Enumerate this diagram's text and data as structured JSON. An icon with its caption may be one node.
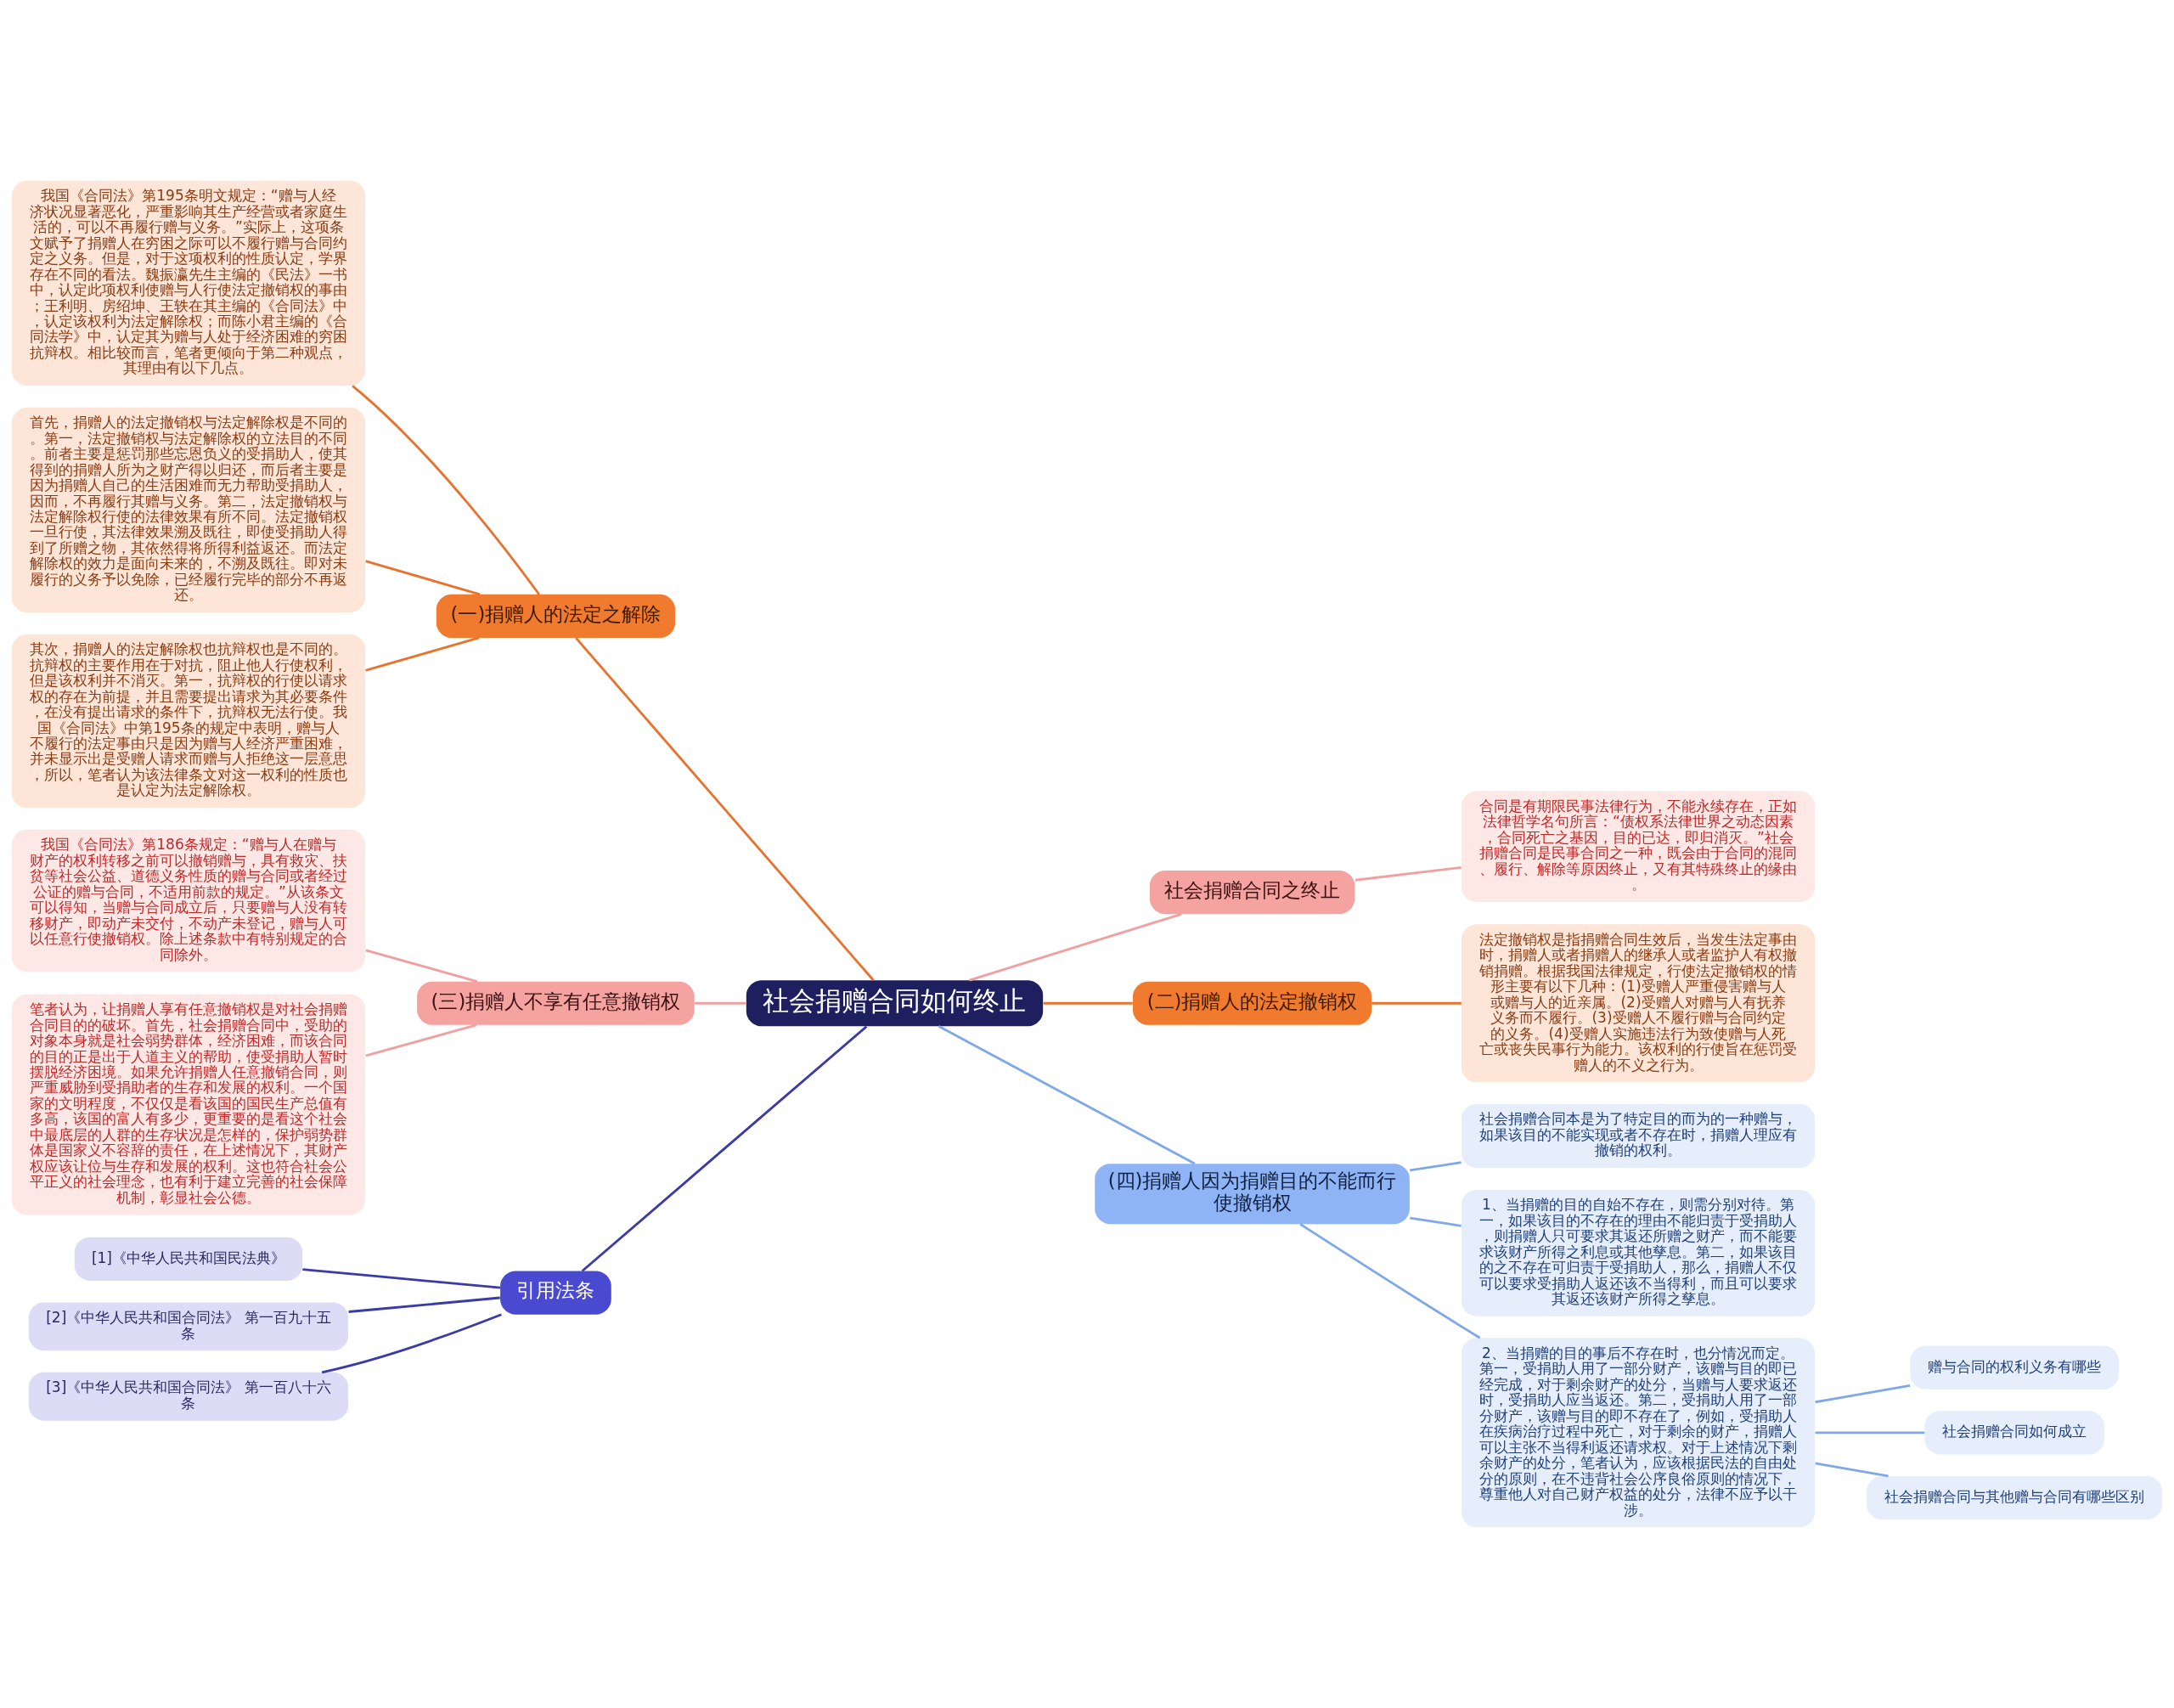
{
  "diagram": {
    "nodes": [
      {
        "text": [
          "社会捐赠合同如何终止"
        ]
      },
      {
        "text": [
          "(一)捐赠人的法定之解除"
        ]
      },
      {
        "text": [
          "我国《合同法》第195条明文规定：“赠与人经济状况显著恶化，严重影响其生产经营或者家庭生活的，可以不再履行赠与义务。”实际上，这项条文赋予了捐赠人在穷困之际可以不履行赠与合同约定之义务。但是，对于这项权利的性质认定，学界存在不同的看法。魏振瀛先生主编的《民法》一书中，认定此项权利使赠与人行使法定撤销权的事由；王利明、房绍坤、王轶在其主编的《合同法》中，认定该权利为法定解除权；而陈小君主编的《合同法学》中，认定其为赠与人处于经济困难的穷困抗辩权。相比较而言，笔者更倾向于第二种观点，其理由有以下几点。"
        ]
      },
      {
        "text": [
          "首先，捐赠人的法定撤销权与法定解除权是不同的。第一，法定撤销权与法定解除权的立法目的不同。前者主要是惩罚那些忘恩负义的受捐助人，使其得到的捐赠人所为之财产得以归还，而后者主要是因为捐赠人自己的生活困难而无力帮助受捐助人，因而，不再履行其赠与义务。第二，法定撤销权与法定解除权行使的法律效果有所不同。法定撤销权一旦行使，其法律效果溯及既往，即使受捐助人得到了所赠之物，其依然得将所得利益返还。而法定解除权的效力是面向未来的，不溯及既往。即对未履行的义务予以免除，已经履行完毕的部分不再返还。"
        ]
      },
      {
        "text": [
          "其次，捐赠人的法定解除权也抗辩权也是不同的。抗辩权的主要作用在于对抗，阻止他人行使权利，但是该权利并不消灭。第一，抗辩权的行使以请求权的存在为前提，并且需要提出请求为其必要条件，在没有提出请求的条件下，抗辩权无法行使。我国《合同法》中第195条的规定中表明，赠与人不履行的法定事由只是因为赠与人经济严重困难，并未显示出是受赠人请求而赠与人拒绝这一层意思，所以，笔者认为该法律条文对这一权利的性质也是认定为法定解除权。"
        ]
      },
      {
        "text": [
          "(三)捐赠人不享有任意撤销权"
        ]
      },
      {
        "text": [
          "我国《合同法》第186条规定：“赠与人在赠与财产的权利转移之前可以撤销赠与，具有救灾、扶贫等社会公益、道德义务性质的赠与合同或者经过公证的赠与合同，不适用前款的规定。”从该条文可以得知，当赠与合同成立后，只要赠与人没有转移财产，即动产未交付，不动产未登记，赠与人可以任意行使撤销权。除上述条款中有特别规定的合同除外。"
        ]
      },
      {
        "text": [
          "笔者认为，让捐赠人享有任意撤销权是对社会捐赠合同目的的破坏。首先，社会捐赠合同中，受助的对象本身就是社会弱势群体，经济困难，而该合同的目的正是出于人道主义的帮助，使受捐助人暂时摆脱经济困境。如果允许捐赠人任意撤销合同，则严重威胁到受捐助者的生存和发展的权利。一个国家的文明程度，不仅仅是看该国的国民生产总值有多高，该国的富人有多少，更重要的是看这个社会中最底层的人群的生存状况是怎样的，保护弱势群体是国家义不容辞的责任，在上述情况下，其财产权应该让位与生存和发展的权利。这也符合社会公平正义的社会理念，也有利于建立完善的社会保障机制，彰显社会公德。"
        ]
      },
      {
        "text": [
          "引用法条"
        ]
      },
      {
        "text": [
          "[1]《中华人民共和国民法典》"
        ]
      },
      {
        "text": [
          "[2]《中华人民共和国合同法》 第一百九十五条"
        ]
      },
      {
        "text": [
          "[3]《中华人民共和国合同法》 第一百八十六条"
        ]
      },
      {
        "text": [
          "社会捐赠合同之终止"
        ]
      },
      {
        "text": [
          "合同是有期限民事法律行为，不能永续存在，正如法律哲学名句所言：“债权系法律世界之动态因素，合同死亡之基因，目的已达，即归消灭。”社会捐赠合同是民事合同之一种，既会由于合同的混同、履行、解除等原因终止，又有其特殊终止的缘由。"
        ]
      },
      {
        "text": [
          "(二)捐赠人的法定撤销权"
        ]
      },
      {
        "text": [
          "法定撤销权是指捐赠合同生效后，当发生法定事由时，捐赠人或者捐赠人的继承人或者监护人有权撤销捐赠。根据我国法律规定，行使法定撤销权的情形主要有以下几种：(1)受赠人严重侵害赠与人或赠与人的近亲属。(2)受赠人对赠与人有抚养义务而不履行。(3)受赠人不履行赠与合同约定的义务。(4)受赠人实施违法行为致使赠与人死亡或丧失民事行为能力。该权利的行使旨在惩罚受赠人的不义之行为。"
        ]
      },
      {
        "text": [
          "(四)捐赠人因为捐赠目的不能而行使撤销权"
        ]
      },
      {
        "text": [
          "社会捐赠合同本是为了特定目的而为的一种赠与，如果该目的不能实现或者不存在时，捐赠人理应有撤销的权利。"
        ]
      },
      {
        "text": [
          "1、当捐赠的目的自始不存在，则需分别对待。第一，如果该目的不存在的理由不能归责于受捐助人，则捐赠人只可要求其返还所赠之财产，而不能要求该财产所得之利息或其他孳息。第二，如果该目的之不存在可归责于受捐助人，那么，捐赠人不仅可以要求受捐助人返还该不当得利，而且可以要求其返还该财产所得之孳息。"
        ]
      },
      {
        "text": [
          "2、当捐赠的目的事后不存在时，也分情况而定。第一，受捐助人用了一部分财产，该赠与目的即已经完成，对于剩余财产的处分，当赠与人要求返还时，受捐助人应当返还。第二，受捐助人用了一部分财产，该赠与目的即不存在了，例如，受捐助人在疾病治疗过程中死亡，对于剩余的财产，捐赠人可以主张不当得利返还请求权。对于上述情况下剩余财产的处分，笔者认为，应该根据民法的自由处分的原则，在不违背社会公序良俗原则的情况下，尊重他人对自己财产权益的处分，法律不应予以干涉。"
        ]
      },
      {
        "text": [
          "赠与合同的权利义务有哪些"
        ]
      },
      {
        "text": [
          "社会捐赠合同如何成立"
        ]
      },
      {
        "text": [
          "社会捐赠合同与其他赠与合同有哪些区别"
        ]
      }
    ],
    "edges": [
      {
        "from": 0,
        "to": 1,
        "arrow": "none",
        "color": "#e8732e"
      },
      {
        "from": 1,
        "to": 2,
        "arrow": "none",
        "color": "#e8732e"
      },
      {
        "from": 1,
        "to": 3,
        "arrow": "none",
        "color": "#e8732e"
      },
      {
        "from": 1,
        "to": 4,
        "arrow": "none",
        "color": "#e8732e"
      },
      {
        "from": 0,
        "to": 5,
        "arrow": "none",
        "color": "#f0a0a0"
      },
      {
        "from": 5,
        "to": 6,
        "arrow": "none",
        "color": "#f0a0a0"
      },
      {
        "from": 5,
        "to": 7,
        "arrow": "none",
        "color": "#f0a0a0"
      },
      {
        "from": 0,
        "to": 8,
        "arrow": "none",
        "color": "#3a3aa8"
      },
      {
        "from": 8,
        "to": 9,
        "arrow": "none",
        "color": "#3a3aa8"
      },
      {
        "from": 8,
        "to": 10,
        "arrow": "none",
        "color": "#3a3aa8"
      },
      {
        "from": 8,
        "to": 11,
        "arrow": "none",
        "color": "#3a3aa8"
      },
      {
        "from": 0,
        "to": 12,
        "arrow": "none",
        "color": "#f0a0a0"
      },
      {
        "from": 12,
        "to": 13,
        "arrow": "none",
        "color": "#f0a0a0"
      },
      {
        "from": 0,
        "to": 14,
        "arrow": "none",
        "color": "#e8732e"
      },
      {
        "from": 14,
        "to": 15,
        "arrow": "none",
        "color": "#e8732e"
      },
      {
        "from": 0,
        "to": 16,
        "arrow": "none",
        "color": "#7fa8e8"
      },
      {
        "from": 16,
        "to": 17,
        "arrow": "none",
        "color": "#7fa8e8"
      },
      {
        "from": 16,
        "to": 18,
        "arrow": "none",
        "color": "#7fa8e8"
      },
      {
        "from": 16,
        "to": 19,
        "arrow": "none",
        "color": "#7fa8e8"
      },
      {
        "from": 19,
        "to": 20,
        "arrow": "none",
        "color": "#7fa8e8"
      },
      {
        "from": 19,
        "to": 21,
        "arrow": "none",
        "color": "#7fa8e8"
      },
      {
        "from": 19,
        "to": 22,
        "arrow": "none",
        "color": "#7fa8e8"
      }
    ]
  }
}
